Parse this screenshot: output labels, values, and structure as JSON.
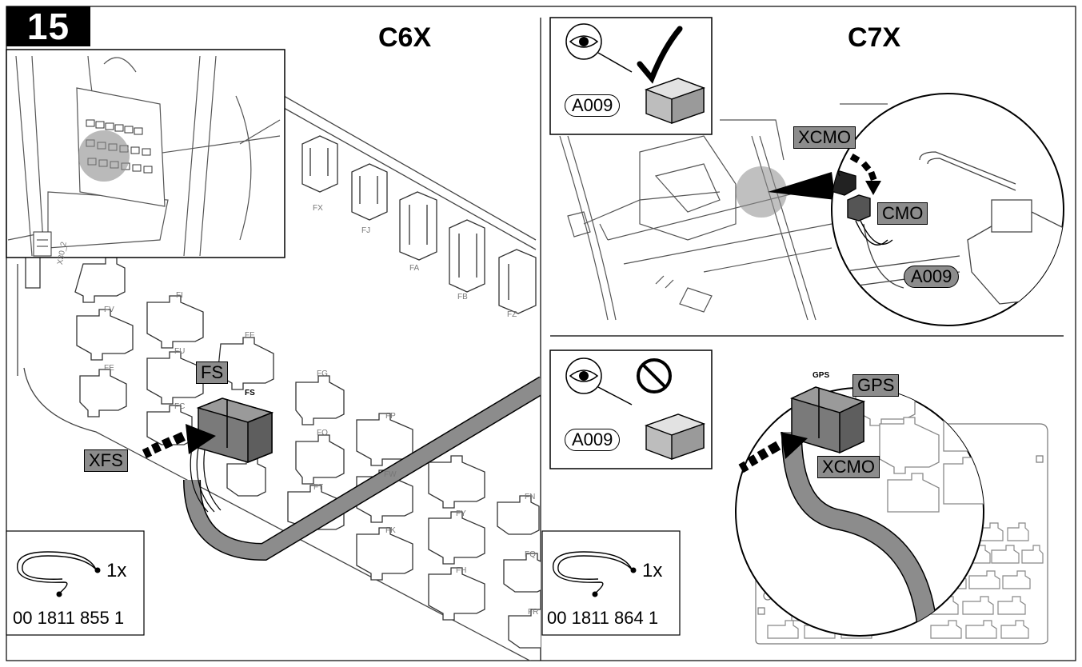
{
  "step": {
    "number": "15"
  },
  "panels": {
    "c6x": {
      "title": "C6X",
      "connector_tag": "XFS",
      "fuse_tag": "FS",
      "fuse_socket_label": "FS",
      "part": {
        "quantity": "1x",
        "number": "00 1811 855 1"
      },
      "fuse_labels": [
        "FX",
        "FJ",
        "FA",
        "FB",
        "FZ",
        "FI",
        "FV",
        "FU",
        "FF",
        "FE",
        "FC",
        "FG",
        "FO",
        "FP",
        "FT",
        "FW",
        "FK",
        "FY",
        "FN",
        "FH",
        "FQ",
        "FR"
      ],
      "side_label": "X30_2"
    },
    "c7x_top": {
      "title": "C7X",
      "check_module": "A009",
      "connector_tag_1": "XCMO",
      "connector_tag_2": "CMO",
      "module_pill": "A009",
      "check_icon": "eye-check-icon"
    },
    "c7x_bottom": {
      "check_module": "A009",
      "connector_tag_1": "GPS",
      "connector_tag_2": "XCMO",
      "socket_label": "GPS",
      "check_icon": "eye-prohibited-icon",
      "part": {
        "quantity": "1x",
        "number": "00 1811 864 1"
      }
    }
  },
  "colors": {
    "tag_fill": "#8c8c8c",
    "line": "#000000",
    "light_line": "#888888"
  }
}
